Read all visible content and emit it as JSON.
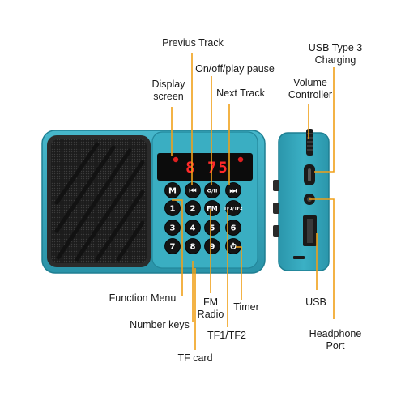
{
  "display": {
    "text": "8 75",
    "color": "#ff2a2a"
  },
  "keys": {
    "row1": [
      "M",
      "⏮",
      "O/II",
      "⏭"
    ],
    "row2": [
      "1",
      "2",
      "FM",
      "TF1/TF2"
    ],
    "row3": [
      "3",
      "4",
      "5",
      "6"
    ],
    "row4": [
      "7",
      "8",
      "9",
      "⏱"
    ]
  },
  "callouts": {
    "previous_track": "Previus Track",
    "on_off_play_pause": "On/off/play pause",
    "display_screen_line1": "Display",
    "display_screen_line2": "screen",
    "next_track": "Next Track",
    "usb_type3_line1": "USB Type 3",
    "usb_type3_line2": "Charging",
    "volume_controller_line1": "Volume",
    "volume_controller_line2": "Controller",
    "function_menu": "Function Menu",
    "fm_radio_line1": "FM",
    "fm_radio_line2": "Radio",
    "timer": "Timer",
    "usb": "USB",
    "number_keys": "Number keys",
    "tf1_tf2": "TF1/TF2",
    "headphone_port_line1": "Headphone",
    "headphone_port_line2": "Port",
    "tf_card": "TF card"
  },
  "colors": {
    "body": "#2fa0b6",
    "body_dark": "#1d7f92",
    "leader": "#f0a018",
    "speaker": "#2a2a2a"
  }
}
